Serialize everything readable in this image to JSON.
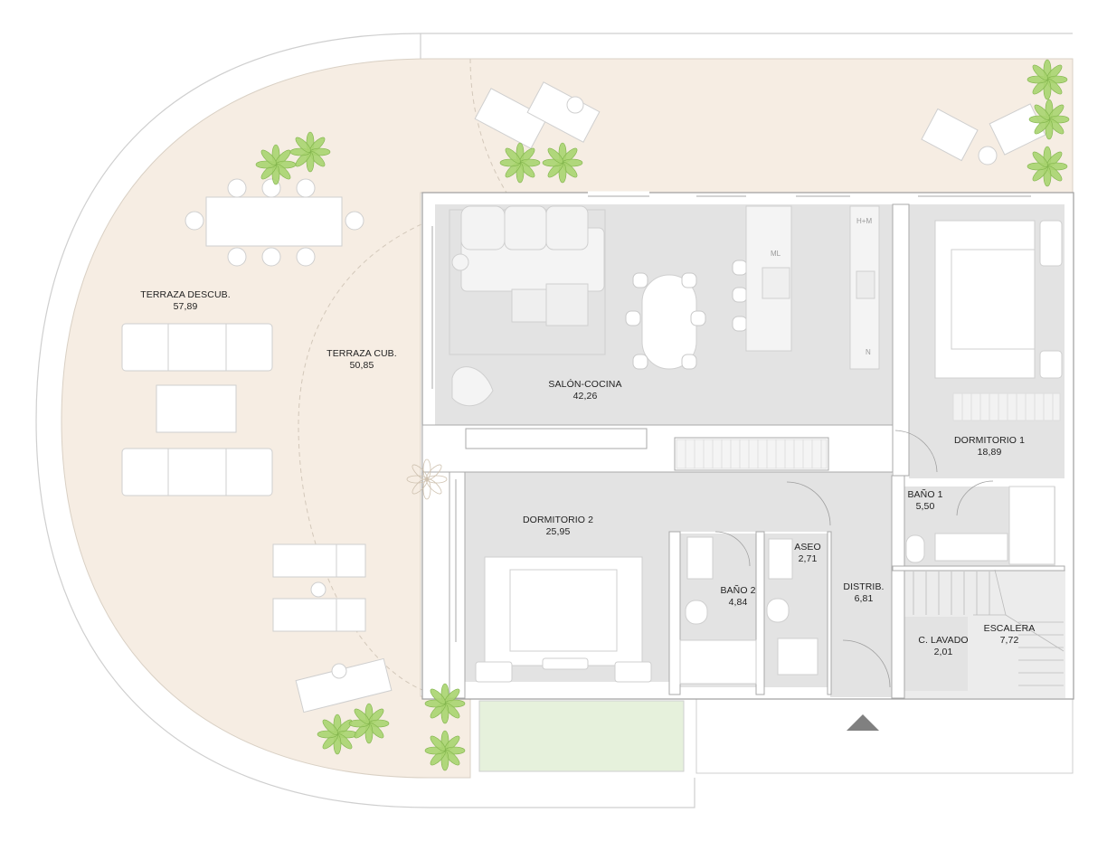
{
  "rooms": [
    {
      "name": "TERRAZA DESCUB.",
      "area": "57,89"
    },
    {
      "name": "TERRAZA CUB.",
      "area": "50,85"
    },
    {
      "name": "SALÓN-COCINA",
      "area": "42,26"
    },
    {
      "name": "DORMITORIO 1",
      "area": "18,89"
    },
    {
      "name": "BAÑO 1",
      "area": "5,50"
    },
    {
      "name": "DORMITORIO 2",
      "area": "25,95"
    },
    {
      "name": "ASEO",
      "area": "2,71"
    },
    {
      "name": "BAÑO 2",
      "area": "4,84"
    },
    {
      "name": "DISTRIB.",
      "area": "6,81"
    },
    {
      "name": "C. LAVADO",
      "area": "2,01"
    },
    {
      "name": "ESCALERA",
      "area": "7,72"
    }
  ],
  "appliances": {
    "fridge": "H+M",
    "dishwasher": "ML",
    "n_mark": "N"
  },
  "colors": {
    "terrace": "#f6ede3",
    "floor_grey": "#e3e3e3",
    "wall": "#ffffff",
    "wall_line": "#bdbdbd",
    "garden": "#e6f1dc",
    "plant": "#a8d46f",
    "entrance_arrow": "#808080"
  }
}
